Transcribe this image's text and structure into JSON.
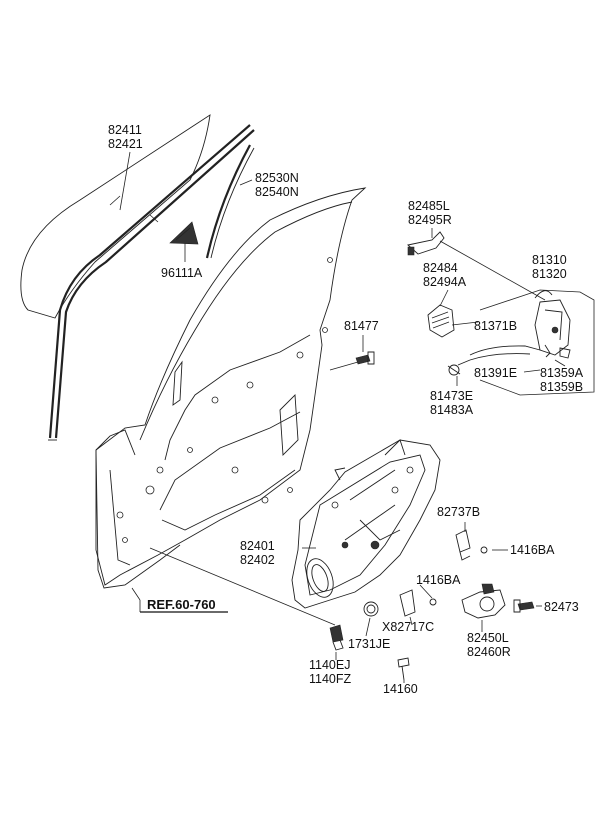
{
  "labels": {
    "glass": [
      "82411",
      "82421"
    ],
    "run": [
      "82530N",
      "82540N"
    ],
    "delta": "96111A",
    "hinge_bracket": [
      "82485L",
      "82495R"
    ],
    "latch": [
      "81310",
      "81320"
    ],
    "handle": [
      "82484",
      "82494A"
    ],
    "bolt_top": "81477",
    "rod_b": "81371B",
    "rod_e": "81391E",
    "latch_screw": [
      "81359A",
      "81359B"
    ],
    "clip": [
      "81473E",
      "81483A"
    ],
    "cable_clip": "82737B",
    "bolt_1416ba_a": "1416BA",
    "regulator": [
      "82401",
      "82402"
    ],
    "bolt_1416ba_b": "1416BA",
    "bolt_82473": "82473",
    "grommet_clip": "X82717C",
    "motor": [
      "82450L",
      "82460R"
    ],
    "plug": "1731JE",
    "bolt_1140": [
      "1140EJ",
      "1140FZ"
    ],
    "screw_14160": "14160",
    "ref": "REF.60-760"
  }
}
